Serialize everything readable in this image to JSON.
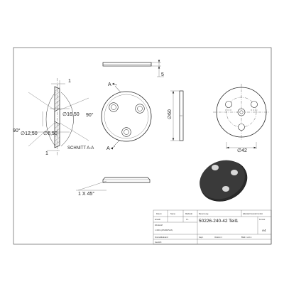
{
  "dimensions": {
    "plate_thickness": "5",
    "section_top_a": "1",
    "section_bottom_a": "1",
    "section_angle_left": "90°",
    "section_angle_right": "90°",
    "dia_1650": "∅16,50",
    "dia_1250": "∅12,50",
    "dia_650": "∅6,50",
    "outer_dia": "∅60",
    "bolt_circle": "∅42",
    "chamfer": "1 X 45°"
  },
  "section": {
    "view_label": "SCHNITT A-A",
    "cut_mark_top": "A",
    "cut_mark_bottom": "A"
  },
  "title_block": {
    "headers": [
      "Datum",
      "Name",
      "Maßstab"
    ],
    "created_label": "Erstellt",
    "checked_label": "Gepr.",
    "scale_value": "1:1",
    "material_label": "Werkstoff",
    "material_value": "1.4301 (AISI304/V2A)",
    "drawing_no": "50226-240-42 Teil1",
    "designation_label": "Benennung",
    "sheet_format": "A4",
    "sheet_label": "Blatt 1 von 1",
    "tolerance_label": "Freimaßtoleranz",
    "format_label": "Format",
    "revision_label": "Version 1",
    "company_line": "Edelstahl Handel GmbH",
    "weight_label": "Gewicht"
  }
}
